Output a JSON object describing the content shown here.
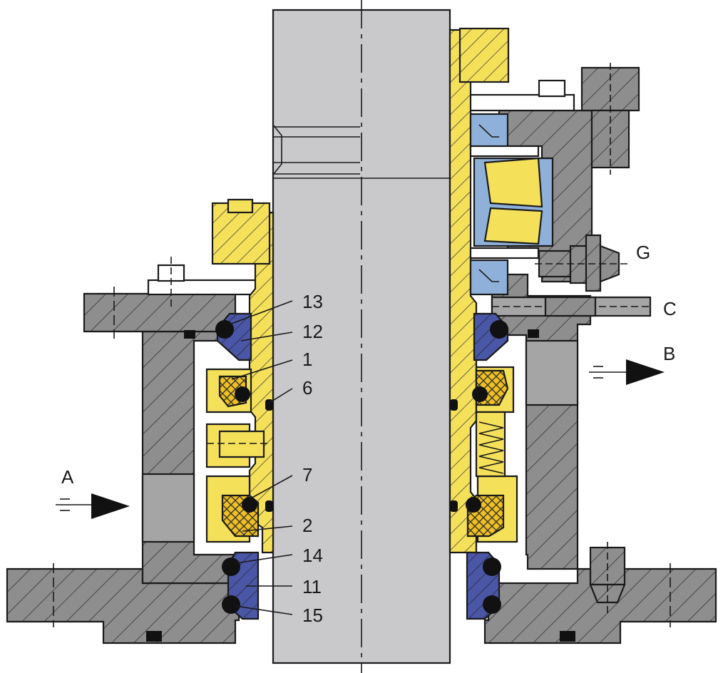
{
  "diagram": {
    "colors": {
      "housing": "#8e8e8e",
      "shaft": "#c9c9cb",
      "sleeve": "#f5e05a",
      "seal_ring": "#4a56a6",
      "bearing_blue": "#8fb0d8",
      "o_ring": "#111111",
      "outline": "#1a1a1a"
    },
    "part_labels": [
      {
        "id": "p13",
        "text": "13"
      },
      {
        "id": "p12",
        "text": "12"
      },
      {
        "id": "p1",
        "text": "1"
      },
      {
        "id": "p6",
        "text": "6"
      },
      {
        "id": "p7",
        "text": "7"
      },
      {
        "id": "p2",
        "text": "2"
      },
      {
        "id": "p14",
        "text": "14"
      },
      {
        "id": "p11",
        "text": "11"
      },
      {
        "id": "p15",
        "text": "15"
      }
    ],
    "port_labels": [
      {
        "id": "A",
        "text": "A"
      },
      {
        "id": "B",
        "text": "B"
      },
      {
        "id": "C",
        "text": "C"
      },
      {
        "id": "G",
        "text": "G"
      }
    ]
  }
}
